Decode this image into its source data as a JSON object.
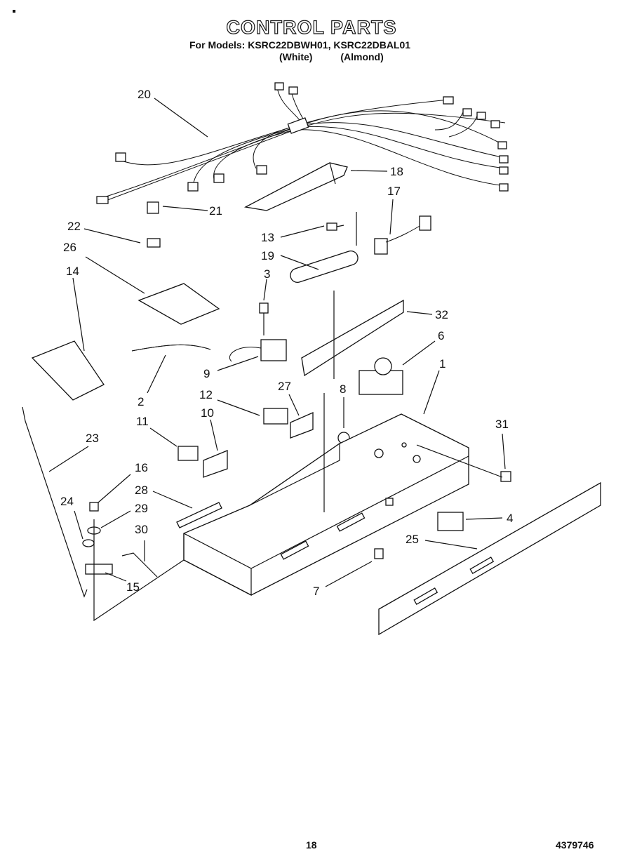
{
  "header": {
    "title": "CONTROL PARTS",
    "subtitle": "For Models: KSRC22DBWH01, KSRC22DBAL01",
    "variant_white": "(White)",
    "variant_almond": "(Almond)"
  },
  "callouts": [
    "20",
    "18",
    "17",
    "21",
    "22",
    "13",
    "26",
    "19",
    "14",
    "3",
    "32",
    "6",
    "9",
    "2",
    "1",
    "8",
    "27",
    "12",
    "11",
    "10",
    "31",
    "23",
    "16",
    "28",
    "24",
    "29",
    "4",
    "30",
    "25",
    "15",
    "7"
  ],
  "footer": {
    "page_number": "18",
    "document_number": "4379746"
  }
}
